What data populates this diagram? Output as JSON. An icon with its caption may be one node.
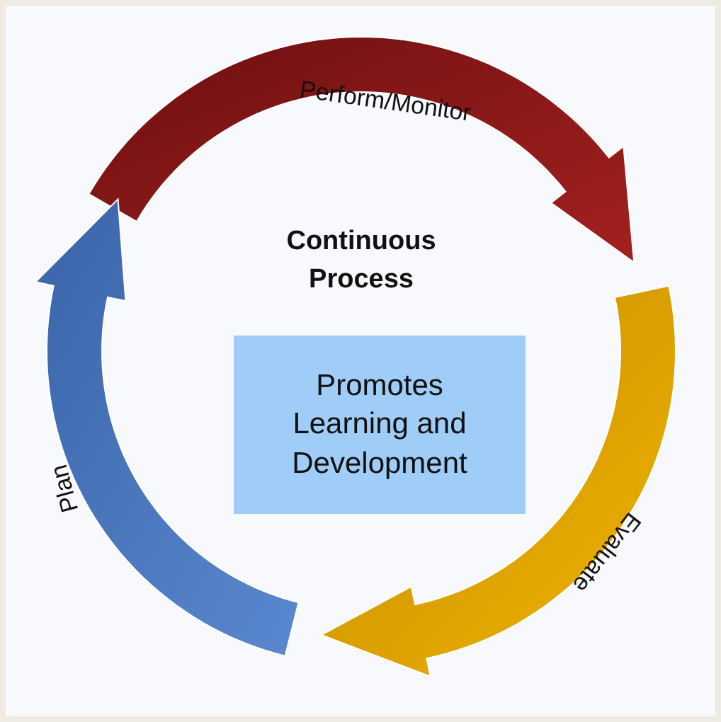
{
  "diagram": {
    "nodes": [
      {
        "text": [
          "Perform/Monitor"
        ]
      },
      {
        "text": [
          "Evaluate"
        ]
      },
      {
        "text": [
          "Plan"
        ]
      },
      {
        "text": [
          "Promotes Learning and Development"
        ]
      }
    ],
    "labels": [
      "Continuous Process"
    ]
  }
}
